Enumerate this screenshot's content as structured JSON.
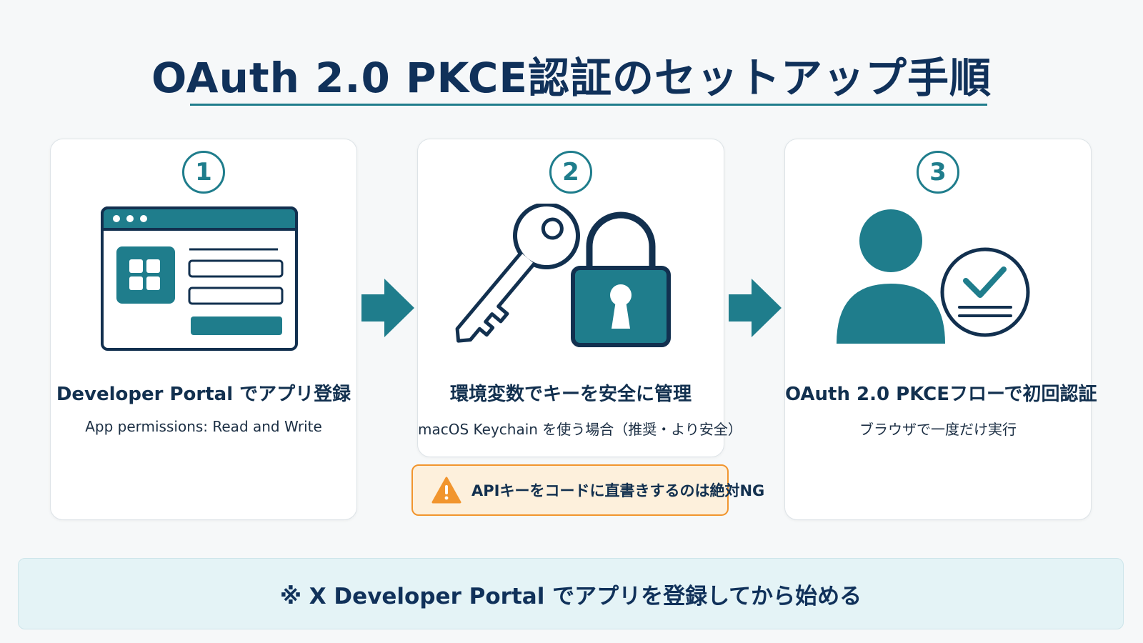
{
  "title": "OAuth 2.0 PKCE認証のセットアップ手順",
  "steps": [
    {
      "number": "1",
      "icon": "browser-window-icon",
      "title": "Developer Portal でアプリ登録",
      "subtitle": "App permissions: Read and Write"
    },
    {
      "number": "2",
      "icon": "key-lock-icon",
      "title": "環境変数でキーを安全に管理",
      "subtitle": "macOS Keychain を使う場合（推奨・より安全）"
    },
    {
      "number": "3",
      "icon": "user-verified-icon",
      "title": "OAuth 2.0 PKCEフローで初回認証",
      "subtitle": "ブラウザで一度だけ実行"
    }
  ],
  "warning": {
    "icon": "warning-triangle-icon",
    "text": "APIキーをコードに直書きするのは絶対NG"
  },
  "footer": {
    "text": "※ X Developer Portal でアプリを登録してから始める"
  },
  "colors": {
    "teal": "#1f7d8c",
    "navy": "#12304f",
    "warning_orange": "#f1952e",
    "warning_bg": "#fdf0dc",
    "footer_bg": "#e4f3f6"
  }
}
